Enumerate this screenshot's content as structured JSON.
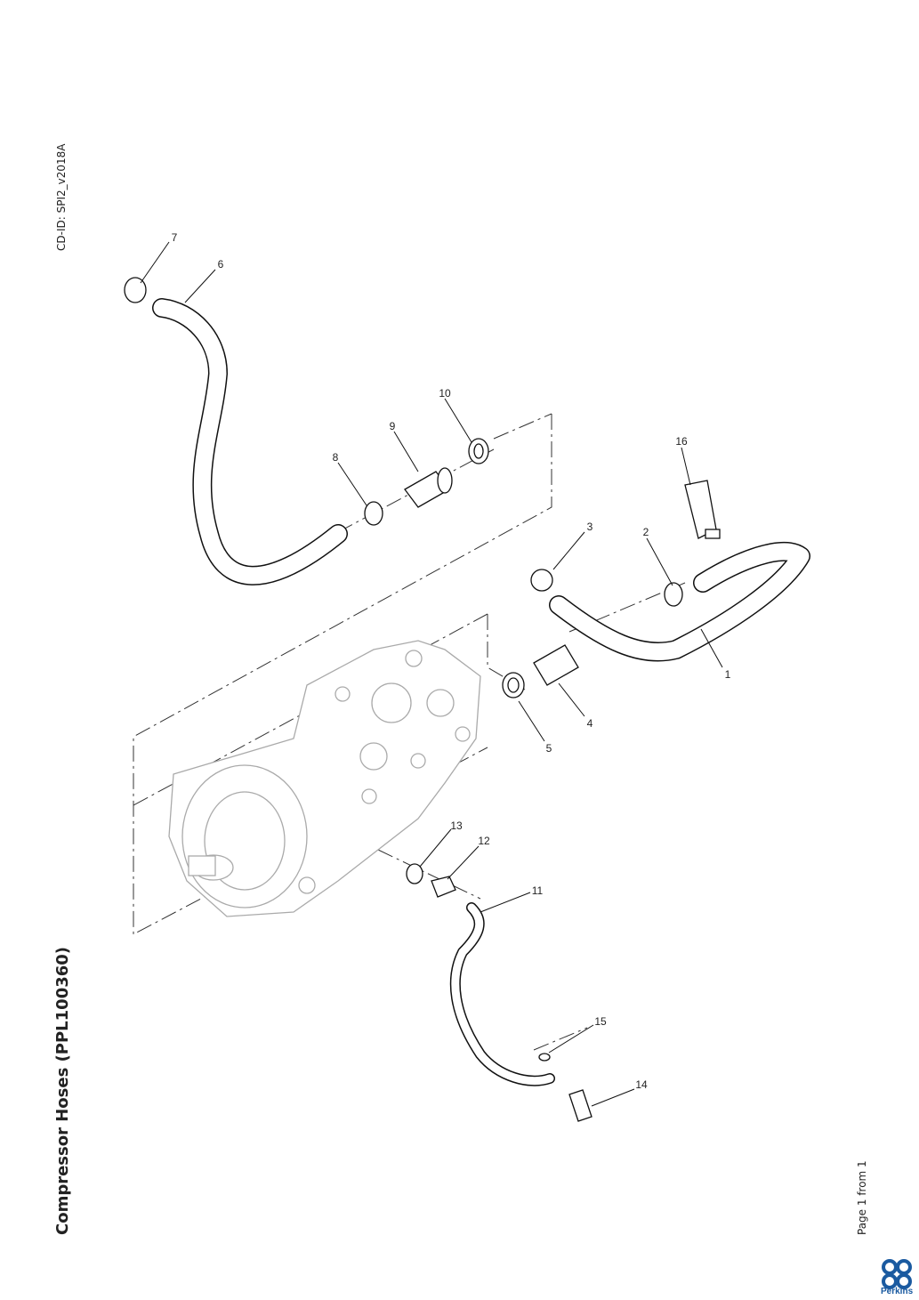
{
  "document": {
    "title": "Compressor Hoses (PPL100360)",
    "cd_id": "CD-ID: SPI2_v2018A",
    "page_label": "Page 1 from 1",
    "brand": "Perkins",
    "brand_color": "#1a5aa0"
  },
  "callouts": [
    "1",
    "2",
    "3",
    "4",
    "5",
    "6",
    "7",
    "8",
    "9",
    "10",
    "11",
    "12",
    "13",
    "14",
    "15",
    "16"
  ]
}
